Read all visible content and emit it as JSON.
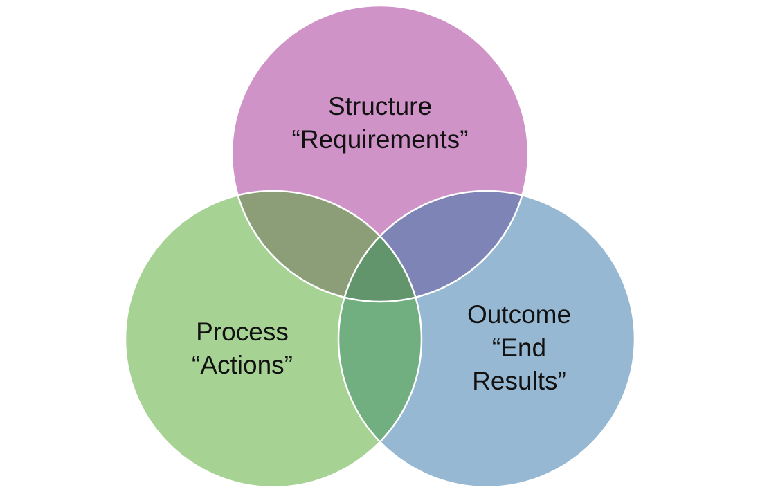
{
  "diagram": {
    "structure": {
      "line1": "Structure",
      "line2": "“Requirements”",
      "color": "#cf93c7"
    },
    "process": {
      "line1": "Process",
      "line2": "“Actions”",
      "color": "#a6d294"
    },
    "outcome": {
      "line1": "Outcome",
      "line2": "“End",
      "line3": "Results”",
      "color": "#97b8d2"
    },
    "overlap_colors": {
      "structure_process": "#8c9e78",
      "structure_outcome": "#7f84b6",
      "process_outcome": "#72af80",
      "all_three": "#63956d"
    },
    "outline_color": "#ffffff"
  }
}
